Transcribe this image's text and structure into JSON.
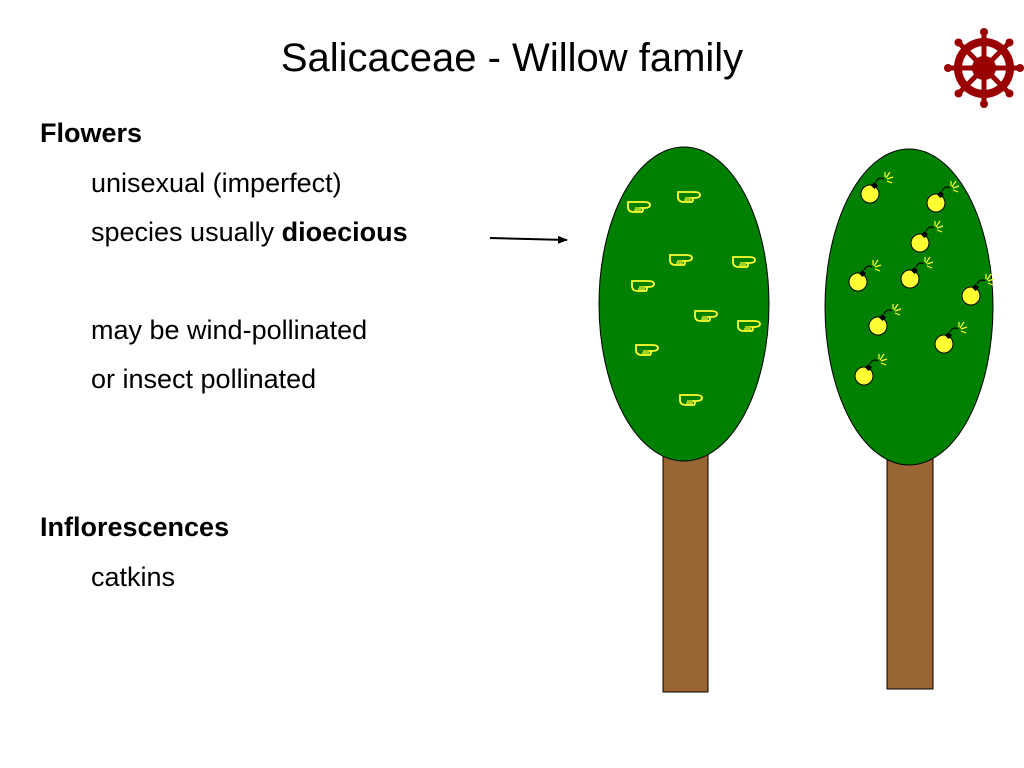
{
  "slide": {
    "title": "Salicaceae - Willow family",
    "logo": "dharma-wheel-icon"
  },
  "flowers": {
    "heading": "Flowers",
    "line1": "unisexual (imperfect)",
    "line2_prefix": "species usually ",
    "line2_bold": "dioecious",
    "line3": "may be wind-pollinated",
    "line4": "or insect pollinated"
  },
  "inflorescences": {
    "heading": "Inflorescences",
    "line1": "catkins"
  },
  "diagram": {
    "canopy_color": "#008000",
    "trunk_color": "#996633",
    "symbol_color": "#ffff33",
    "left_tree_symbol": "pointing-hand-icon",
    "right_tree_symbol": "bomb-icon",
    "logo_color": "#990000"
  }
}
